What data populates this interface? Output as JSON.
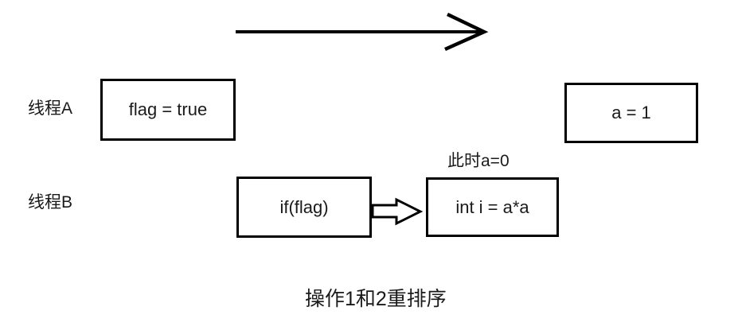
{
  "diagram": {
    "timeline": {
      "icon": "right-arrow-icon"
    },
    "thread_a": {
      "label": "线程A",
      "op1": "flag = true",
      "op2": "a = 1"
    },
    "thread_b": {
      "label": "线程B",
      "op1": "if(flag)",
      "note": "此时a=0",
      "arrow_icon": "block-right-arrow-icon",
      "op2": "int i = a*a"
    },
    "caption": "操作1和2重排序",
    "colors": {
      "stroke": "#000000",
      "text": "#1a1a1a",
      "background": "#ffffff"
    }
  }
}
